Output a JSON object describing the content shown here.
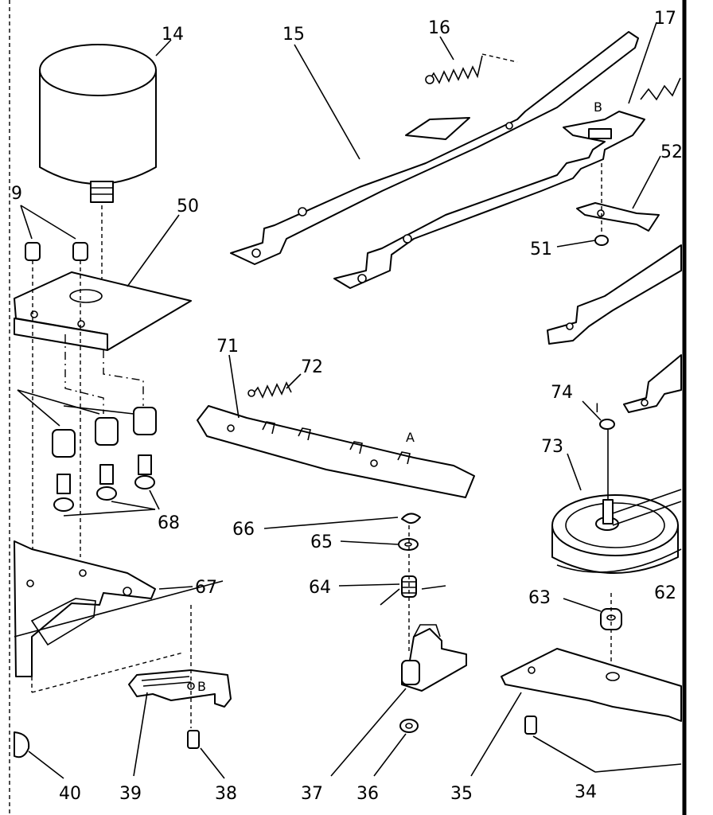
{
  "labels": {
    "14": "14",
    "15": "15",
    "16": "16",
    "17": "17",
    "9": "9",
    "50": "50",
    "52": "52",
    "51": "51",
    "71": "71",
    "72": "72",
    "74": "74",
    "73": "73",
    "68": "68",
    "66": "66",
    "65": "65",
    "64": "64",
    "67": "67",
    "63": "63",
    "62": "62",
    "40": "40",
    "39": "39",
    "38": "38",
    "37": "37",
    "36": "36",
    "35": "35",
    "34": "34"
  },
  "markers": {
    "B_top": "B",
    "A": "A",
    "I": "I",
    "B_bottom": "B"
  }
}
